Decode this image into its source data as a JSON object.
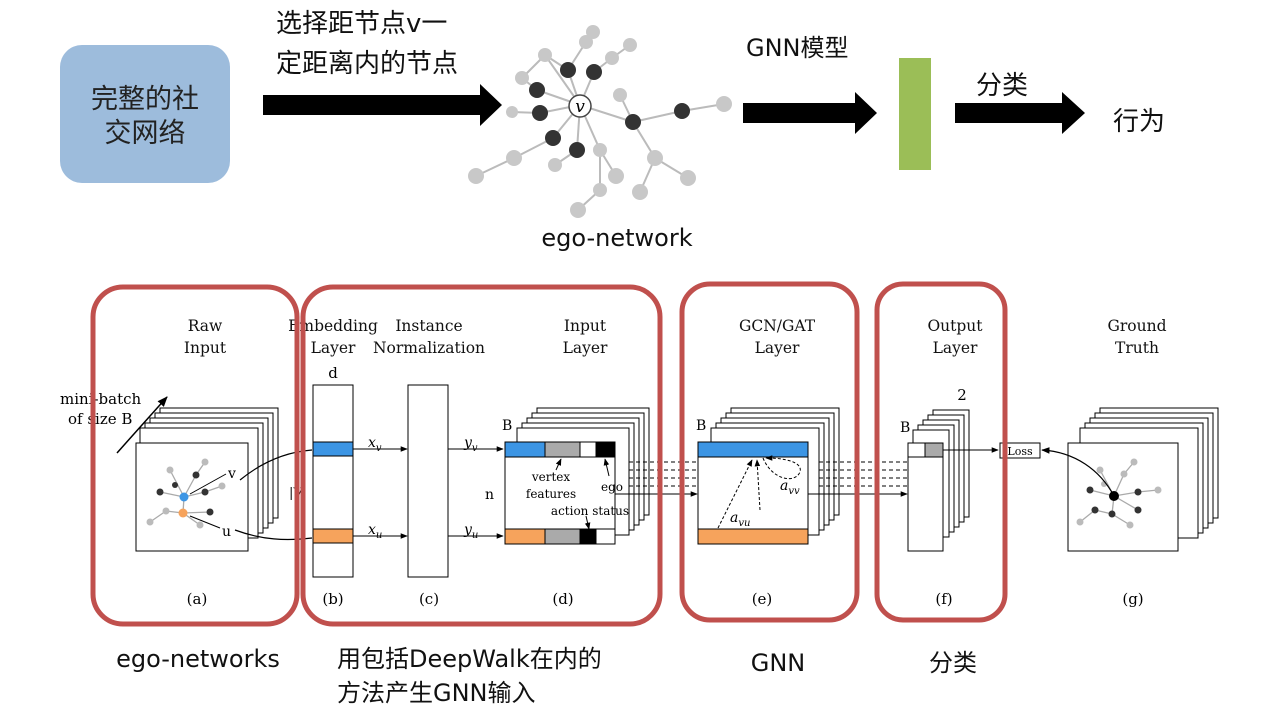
{
  "top_flow": {
    "source_box": {
      "line1": "完整的社",
      "line2": "交网络",
      "color": "#9dbcdc"
    },
    "step1": {
      "line1": "选择距节点v一",
      "line2": "定距离内的节点"
    },
    "ego_node_label": "v",
    "ego_caption": "ego-network",
    "step2": {
      "label": "GNN模型",
      "bar_color": "#9bbe57"
    },
    "step3": {
      "label": "分类"
    },
    "result": "行为"
  },
  "pipeline": {
    "frame_color": "#c0504d",
    "columns": {
      "a": {
        "line1": "Raw",
        "line2": "Input",
        "tag": "(a)"
      },
      "b": {
        "line1": "Embedding",
        "line2": "Layer",
        "tag": "(b)"
      },
      "c": {
        "line1": "Instance",
        "line2": "Normalization",
        "tag": "(c)"
      },
      "d": {
        "line1": "Input",
        "line2": "Layer",
        "tag": "(d)"
      },
      "e": {
        "line1": "GCN/GAT",
        "line2": "Layer",
        "tag": "(e)"
      },
      "f": {
        "line1": "Output",
        "line2": "Layer",
        "tag": "(f)"
      },
      "g": {
        "line1": "Ground",
        "line2": "Truth",
        "tag": "(g)"
      }
    },
    "minibatch": {
      "line1": "mini-batch",
      "line2": "of size B"
    },
    "node_v": "v",
    "node_u": "u",
    "v_label": "|V|",
    "dim_d": "d",
    "emb_v": "x",
    "emb_v_sub": "v",
    "emb_u": "x",
    "emb_u_sub": "u",
    "out_v": "y",
    "out_v_sub": "v",
    "out_u": "y",
    "out_u_sub": "u",
    "batch_B": "B",
    "n_label": "n",
    "vertex_features": {
      "line1": "vertex",
      "line2": "features"
    },
    "ego_tag": "ego",
    "action_status": "action status",
    "a_vv": "a",
    "a_vv_sub": "vv",
    "a_vu": "a",
    "a_vu_sub": "vu",
    "out_dim": "2",
    "loss": "Loss",
    "blue": "#3c95e4",
    "orange": "#f6a35c"
  },
  "captions": {
    "ego_networks": "ego-networks",
    "deepwalk_line1": "用包括DeepWalk在内的",
    "deepwalk_line2": "方法产生GNN输入",
    "gnn": "GNN",
    "classify": "分类"
  }
}
